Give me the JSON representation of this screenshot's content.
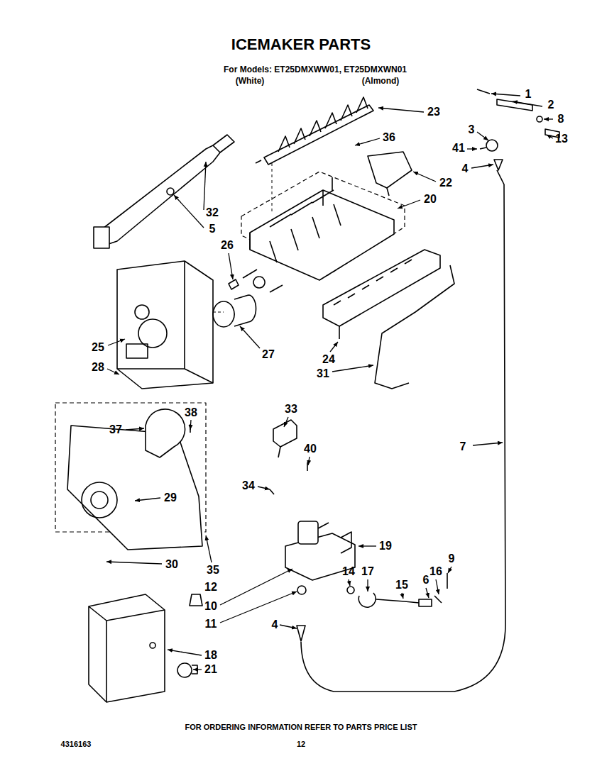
{
  "diagram": {
    "title": "ICEMAKER PARTS",
    "labels": [
      "For Models: ET25DMXWW01, ET25DMXWN01",
      "(White)",
      "(Almond)",
      "1",
      "2",
      "3",
      "8",
      "13",
      "41",
      "4",
      "23",
      "36",
      "22",
      "20",
      "32",
      "5",
      "26",
      "27",
      "25",
      "28",
      "24",
      "31",
      "37",
      "38",
      "29",
      "30",
      "35",
      "33",
      "40",
      "34",
      "7",
      "19",
      "9",
      "14",
      "17",
      "16",
      "6",
      "15",
      "12",
      "10",
      "11",
      "4",
      "18",
      "21",
      "FOR ORDERING INFORMATION REFER TO PARTS PRICE LIST",
      "4316163",
      "12"
    ]
  }
}
